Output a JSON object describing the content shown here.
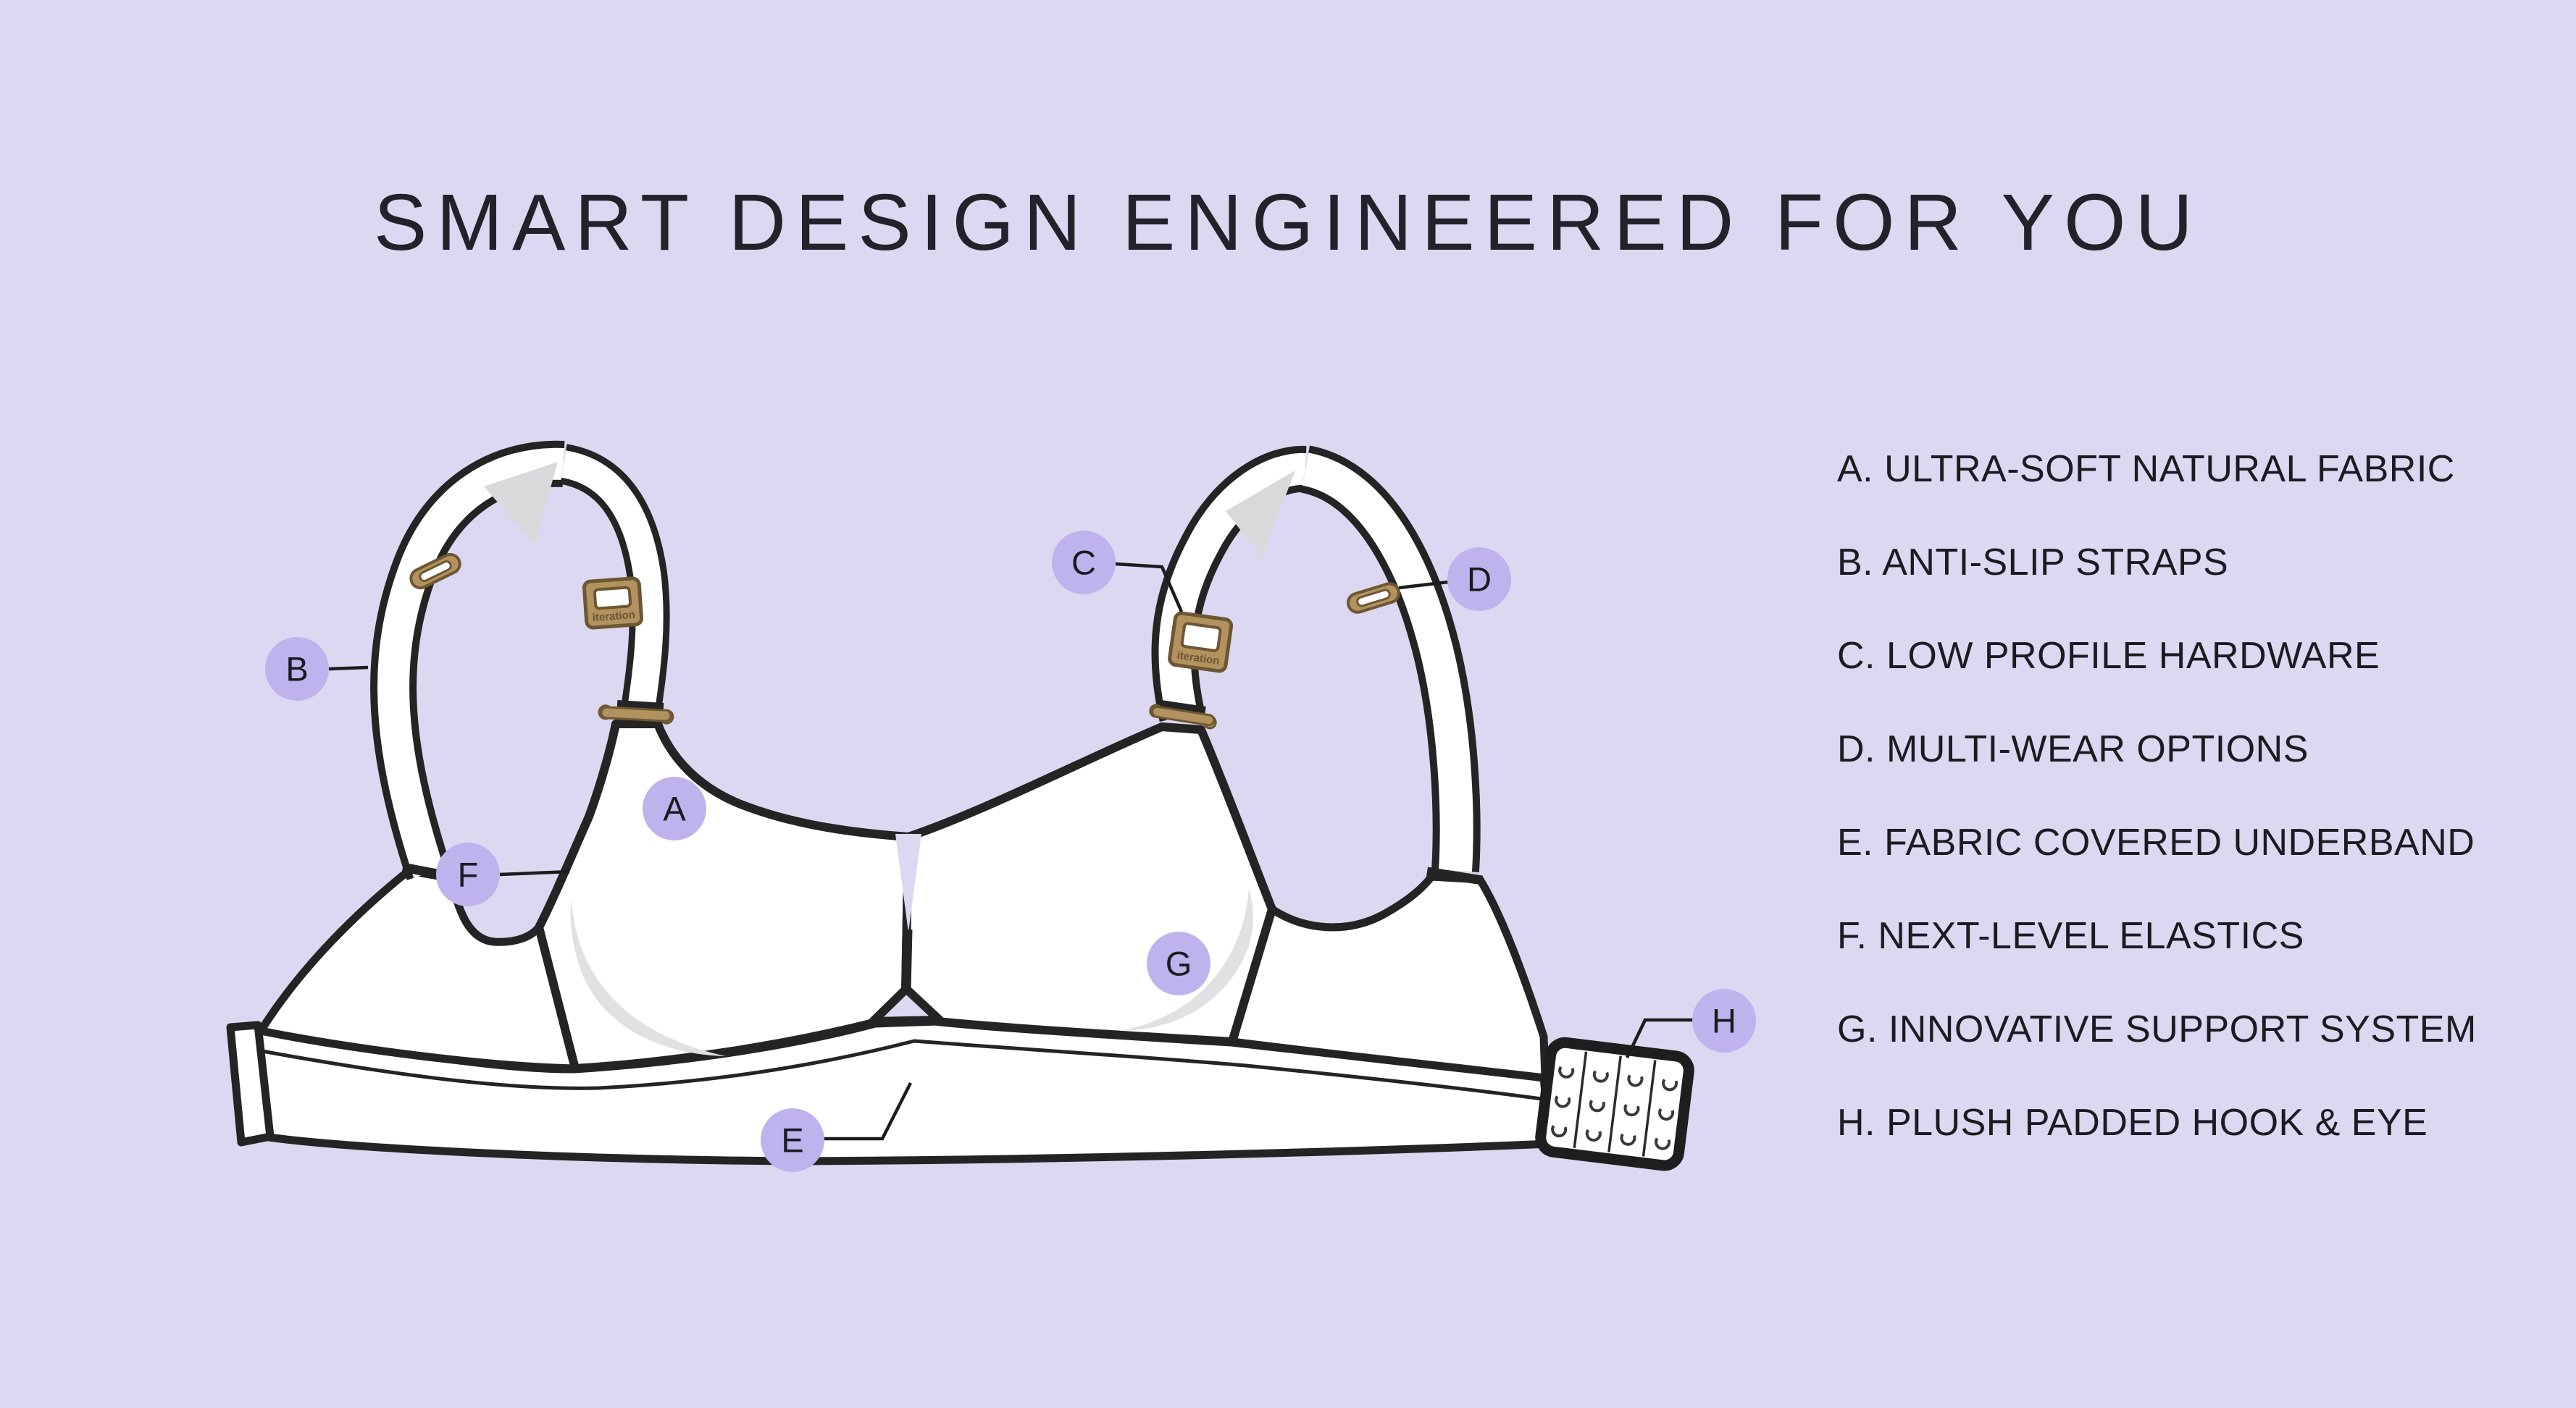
{
  "header": {
    "title": "SMART DESIGN ENGINEERED FOR YOU"
  },
  "features": {
    "items": [
      {
        "id": "A",
        "label": "A. ULTRA-SOFT NATURAL FABRIC"
      },
      {
        "id": "B",
        "label": "B. ANTI-SLIP STRAPS"
      },
      {
        "id": "C",
        "label": "C. LOW PROFILE HARDWARE"
      },
      {
        "id": "D",
        "label": "D. MULTI-WEAR OPTIONS"
      },
      {
        "id": "E",
        "label": "E. FABRIC COVERED UNDERBAND"
      },
      {
        "id": "F",
        "label": "F. NEXT-LEVEL ELASTICS"
      },
      {
        "id": "G",
        "label": "G. INNOVATIVE SUPPORT SYSTEM"
      },
      {
        "id": "H",
        "label": "H. PLUSH PADDED HOOK & EYE"
      }
    ]
  },
  "diagram": {
    "subject": "bra flat sketch with labeled features",
    "hardware_brand": "iteration",
    "hook_eye_grid": {
      "columns": 4,
      "rows": 3
    },
    "colors": {
      "background": "#dcd8f2",
      "callout_fill": "#beb3ec",
      "callout_text": "#1a1a21",
      "outline": "#242424",
      "garment": "#ffffff",
      "shading": "#e1e1e4",
      "gold": "#b2925f",
      "gold_dark": "#6d5633"
    }
  }
}
